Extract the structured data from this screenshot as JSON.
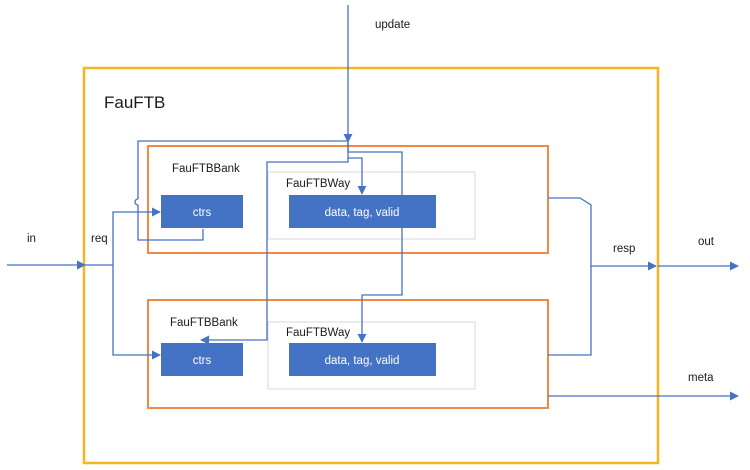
{
  "title": "FauFTB",
  "signals": {
    "update": "update",
    "in": "in",
    "req": "req",
    "resp": "resp",
    "out": "out",
    "meta": "meta"
  },
  "banks": [
    {
      "label": "FauFTBBank",
      "ctrs_label": "ctrs",
      "way_label": "FauFTBWay",
      "data_label": "data, tag, valid"
    },
    {
      "label": "FauFTBBank",
      "ctrs_label": "ctrs",
      "way_label": "FauFTBWay",
      "data_label": "data, tag, valid"
    }
  ],
  "colors": {
    "outer_border": "#f5b622",
    "bank_border": "#ed7d31",
    "block_fill": "#4472c4",
    "wire": "#4472c4",
    "way_border": "#d9d9d9"
  }
}
